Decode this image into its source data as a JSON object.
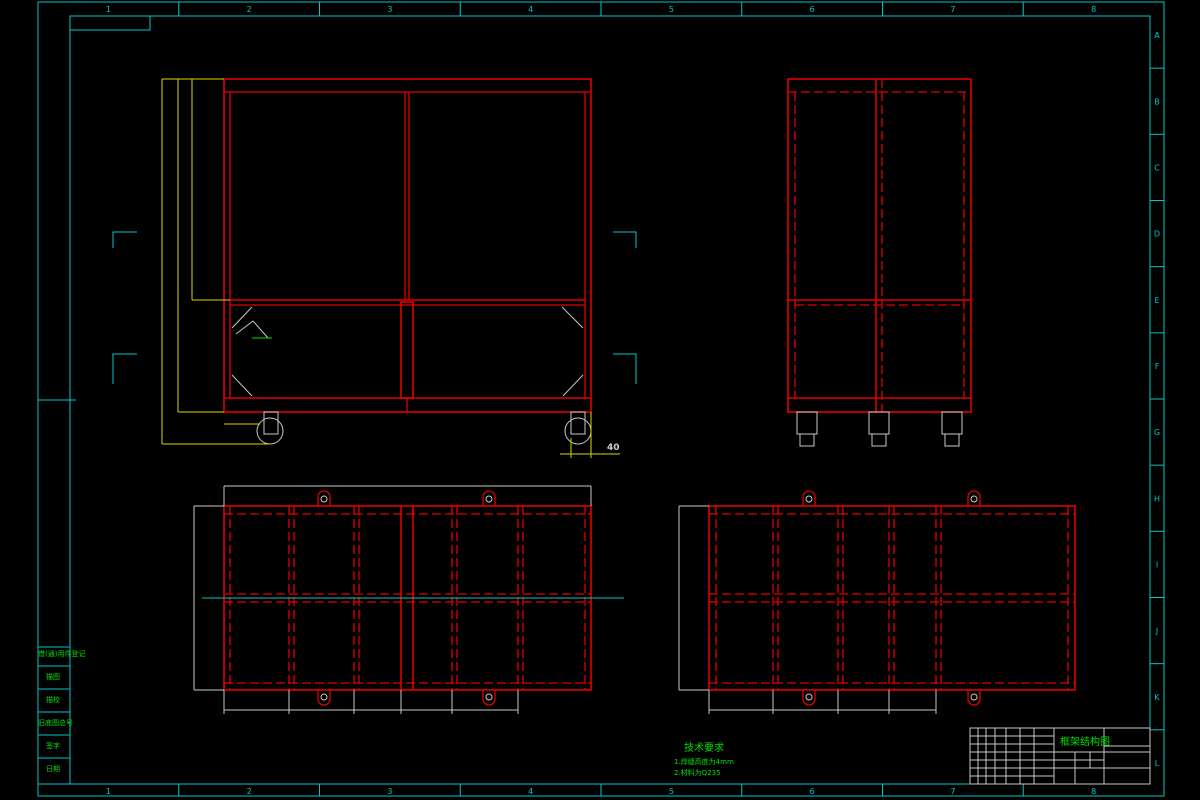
{
  "border": {
    "columns": [
      "1",
      "2",
      "3",
      "4",
      "5",
      "6",
      "7",
      "8"
    ],
    "rows": [
      "A",
      "B",
      "C",
      "D",
      "E",
      "F",
      "G",
      "H",
      "I",
      "J",
      "K",
      "L"
    ]
  },
  "dimensions": {
    "wheel_offset": "40"
  },
  "technical_requirements": {
    "heading": "技术要求",
    "items": [
      "1.焊缝高度为4mm",
      "2.材料为Q235"
    ]
  },
  "left_stamp_table": {
    "rows": [
      "借(通)用件登记",
      "描图",
      "描校",
      "旧底图总号",
      "签字",
      "日期"
    ]
  },
  "title_block": {
    "drawing_title": "框架结构图"
  },
  "colors": {
    "frame": "#00c8c8",
    "structure": "#e00000",
    "dimension": "#d8d800",
    "annotation": "#00e000",
    "background": "#000000"
  }
}
